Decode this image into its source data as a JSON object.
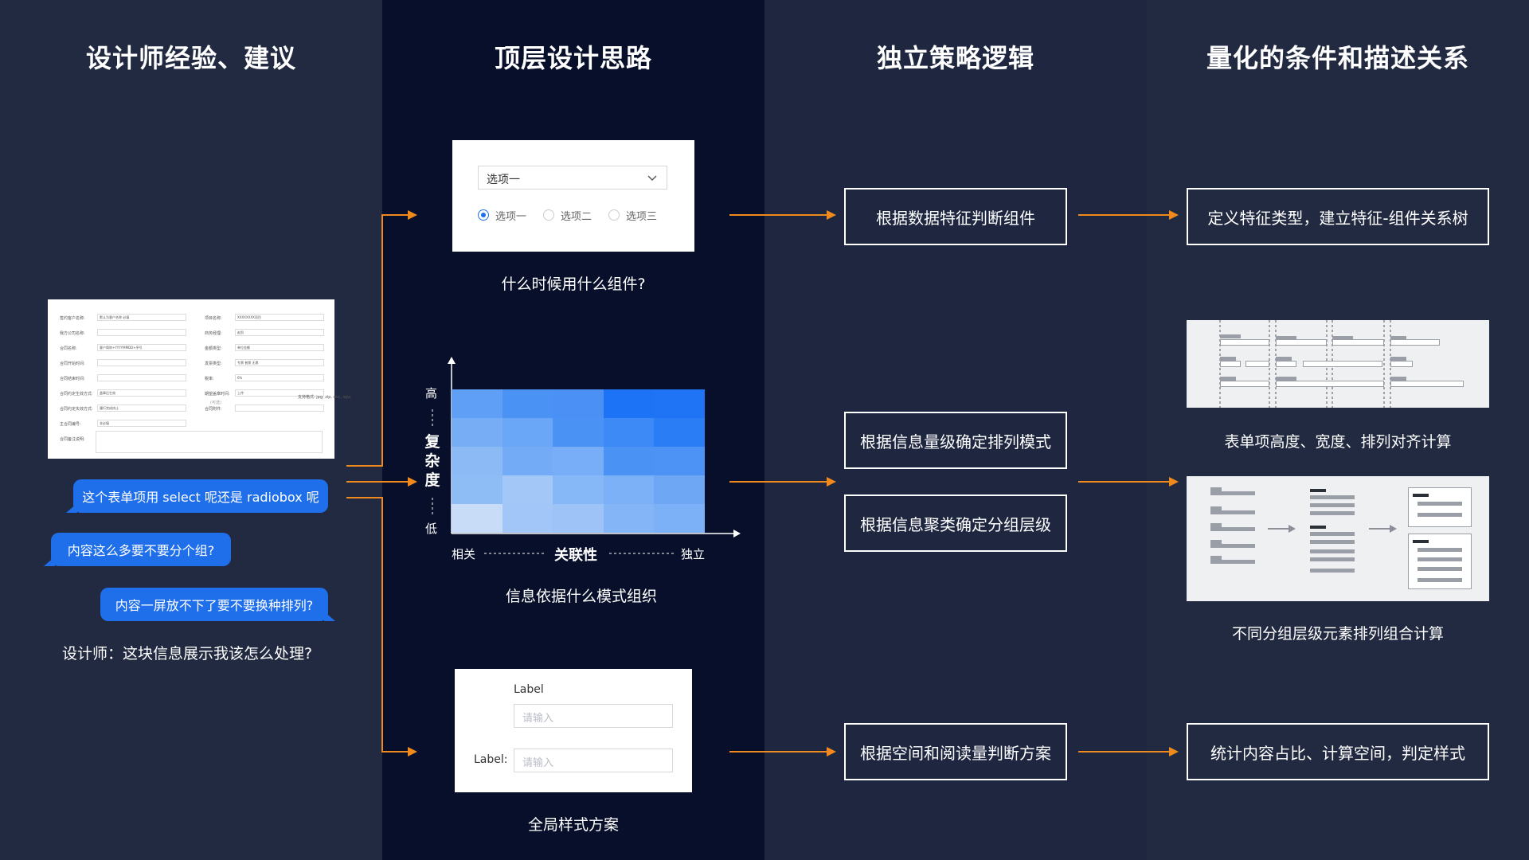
{
  "columns": [
    {
      "title": "设计师经验、建议"
    },
    {
      "title": "顶层设计思路"
    },
    {
      "title": "独立策略逻辑"
    },
    {
      "title": "量化的条件和描述关系"
    }
  ],
  "col1": {
    "form_preview": {
      "rows_left": [
        {
          "label": "签约客户名称:",
          "value": "默认为客户名称 必填"
        },
        {
          "label": "我方公司名称:",
          "value": ""
        },
        {
          "label": "合同名称:",
          "value": "客户简称+YYYYMMDD+序号"
        },
        {
          "label": "合同开始时间:",
          "value": ""
        },
        {
          "label": "合同结束时间:",
          "value": ""
        },
        {
          "label": "合同约定生效方式:",
          "value": "盖章后生效"
        },
        {
          "label": "合同约定失效方式:",
          "value": "履行完成终止"
        },
        {
          "label": "主合同编号:",
          "value": "非必填"
        },
        {
          "label": "合同备注说明:",
          "value": ""
        }
      ],
      "rows_right": [
        {
          "label": "项目名称:",
          "value": "XXXXXXXX项目"
        },
        {
          "label": "商务经理:",
          "value": "赵凯"
        },
        {
          "label": "金额类型:",
          "value": "单位金额"
        },
        {
          "label": "发票类型:",
          "value": "专票   普票   无票"
        },
        {
          "label": "税率:",
          "value": "6%"
        },
        {
          "label": "期望盖章时间:",
          "value": "上传"
        },
        {
          "label": "合同附件:",
          "value": ""
        }
      ],
      "upload_hint": "支持格式: jpg, zip, doc, wps",
      "upload_sub": "(可选)"
    },
    "bubbles": [
      "这个表单项用 select 呢还是 radiobox 呢",
      "内容这么多要不要分个组?",
      "内容一屏放不下了要不要换种排列?"
    ],
    "designer_text": "设计师：这块信息展示我该怎么处理?"
  },
  "col2": {
    "select_card": {
      "select_value": "选项一",
      "radios": [
        {
          "label": "选项一",
          "checked": true
        },
        {
          "label": "选项二",
          "checked": false
        },
        {
          "label": "选项三",
          "checked": false
        }
      ]
    },
    "caption1": "什么时候用什么组件?",
    "matrix": {
      "y_high": "高",
      "y_title": [
        "复",
        "杂",
        "度"
      ],
      "y_low": "低",
      "x_left": "相关",
      "x_title": "关联性",
      "x_right": "独立",
      "cells": [
        [
          "#5f9ff5",
          "#4b92f5",
          "#4a90f5",
          "#1c73f5",
          "#1e74f5"
        ],
        [
          "#76adf5",
          "#6ba7f7",
          "#4b92f5",
          "#3d89f5",
          "#2a7df5"
        ],
        [
          "#8bbaf5",
          "#73abf7",
          "#77aef7",
          "#4b92f5",
          "#4d93f5"
        ],
        [
          "#8ebcf5",
          "#a3c8f7",
          "#86b7f7",
          "#7db1f7",
          "#6ea8f5"
        ],
        [
          "#c9dcf7",
          "#a1c6f7",
          "#9dc3f7",
          "#83b5f7",
          "#7db1f7"
        ]
      ]
    },
    "caption2": "信息依据什么模式组织",
    "label_card": {
      "label_top": "Label",
      "placeholder1": "请输入",
      "label_left": "Label:",
      "placeholder2": "请输入"
    },
    "caption3": "全局样式方案"
  },
  "col3": {
    "boxes": [
      "根据数据特征判断组件",
      "根据信息量级确定排列模式",
      "根据信息聚类确定分组层级",
      "根据空间和阅读量判断方案"
    ]
  },
  "col4": {
    "box_top": "定义特征类型，建立特征-组件关系树",
    "caption1": "表单项高度、宽度、排列对齐计算",
    "caption2": "不同分组层级元素排列组合计算",
    "box_bottom": "统计内容占比、计算空间，判定样式"
  },
  "colors": {
    "arrow": "#f08a1c",
    "bubble": "#1f6feb",
    "radio_checked": "#1f6feb"
  }
}
